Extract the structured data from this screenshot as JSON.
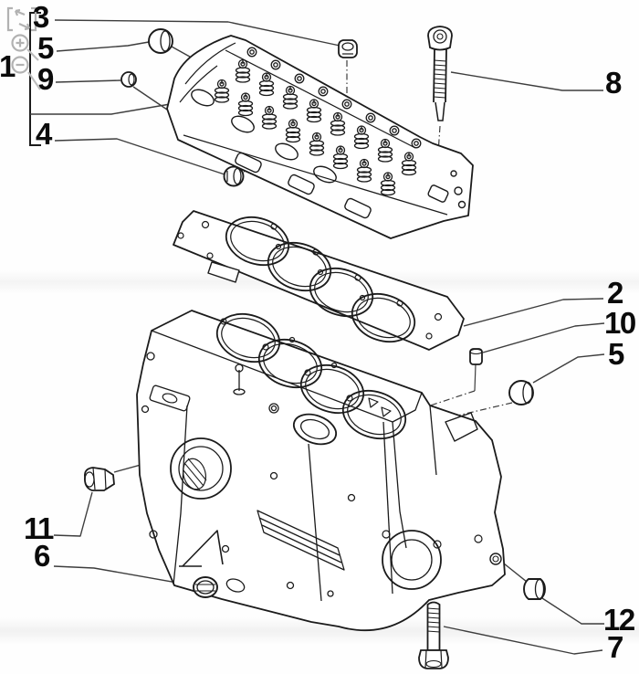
{
  "diagram": {
    "type": "exploded-parts-diagram",
    "subject": "engine cylinder head, head gasket and crankcase block",
    "callouts": {
      "c1": "1",
      "c2": "2",
      "c3": "3",
      "c4": "4",
      "c5a": "5",
      "c5b": "5",
      "c6": "6",
      "c7": "7",
      "c8": "8",
      "c9": "9",
      "c10": "10",
      "c11": "11",
      "c12": "12"
    },
    "viewer_controls": {
      "pan": "pan-fit-tool",
      "zoom_in": "zoom-in",
      "zoom_out": "zoom-out"
    },
    "colors": {
      "line_art": "#1b1b1b",
      "leader_line": "#3d3d3d",
      "control_icon_gray": "#b2b2b2",
      "background": "#fefefe"
    }
  }
}
